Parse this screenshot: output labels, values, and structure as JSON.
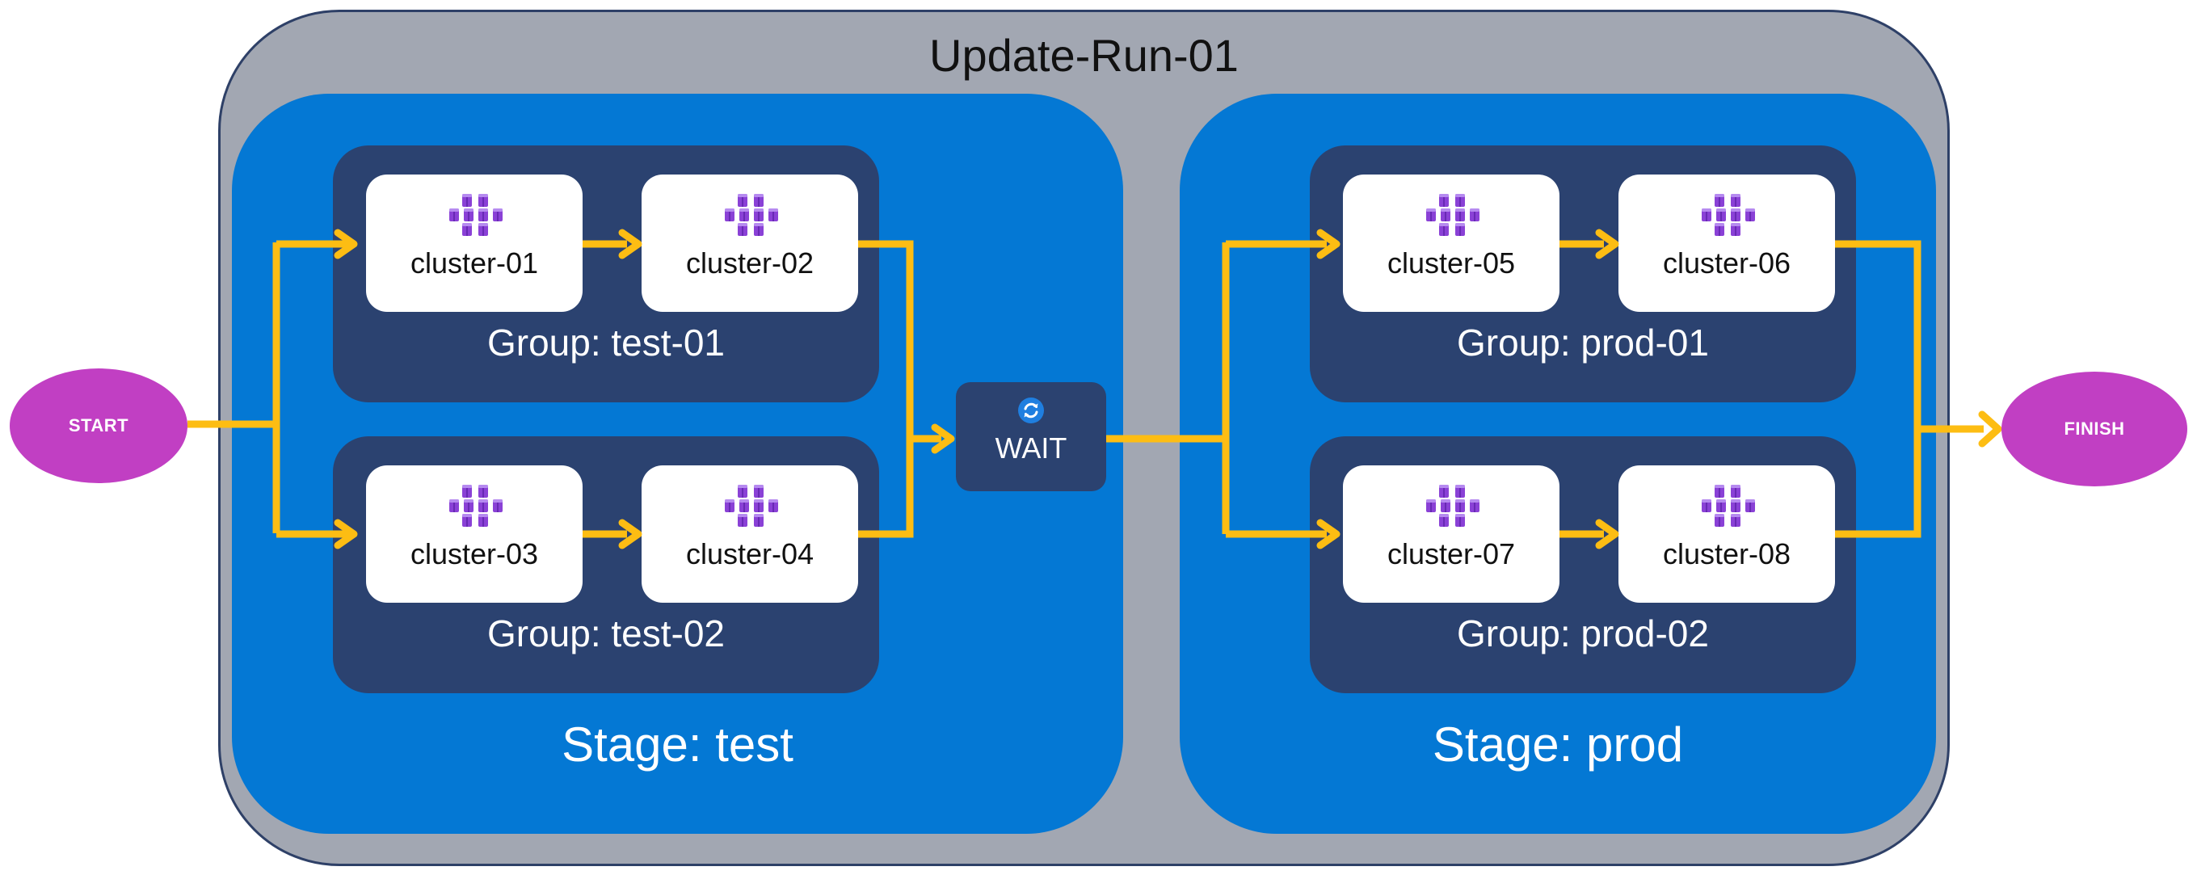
{
  "update_run": {
    "title": "Update-Run-01"
  },
  "start_label": "START",
  "finish_label": "FINISH",
  "wait_label": "WAIT",
  "stages": [
    {
      "title": "Stage: test",
      "groups": [
        {
          "title": "Group: test-01",
          "clusters": [
            "cluster-01",
            "cluster-02"
          ]
        },
        {
          "title": "Group: test-02",
          "clusters": [
            "cluster-03",
            "cluster-04"
          ]
        }
      ]
    },
    {
      "title": "Stage: prod",
      "groups": [
        {
          "title": "Group: prod-01",
          "clusters": [
            "cluster-05",
            "cluster-06"
          ]
        },
        {
          "title": "Group: prod-02",
          "clusters": [
            "cluster-07",
            "cluster-08"
          ]
        }
      ]
    }
  ],
  "colors": {
    "run_bg": "#a2a7b2",
    "stage_bg": "#0478d4",
    "group_bg": "#2b4270",
    "arrow": "#fdbd13",
    "terminal": "#c13fc3",
    "k8s_icon": "#8a41d6"
  },
  "icons": {
    "cluster": "kubernetes-cluster-icon",
    "wait": "refresh-icon"
  }
}
